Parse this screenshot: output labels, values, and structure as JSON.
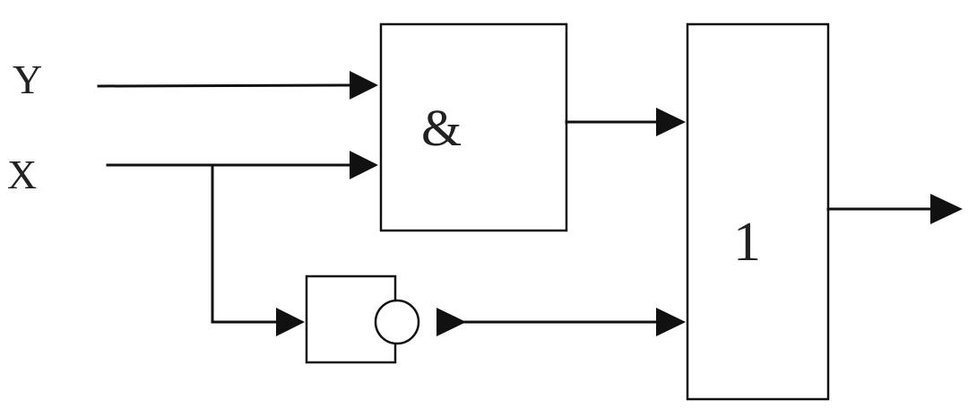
{
  "inputs": {
    "y_label": "Y",
    "x_label": "X"
  },
  "gates": {
    "and_symbol": "&",
    "or_symbol": "1"
  }
}
